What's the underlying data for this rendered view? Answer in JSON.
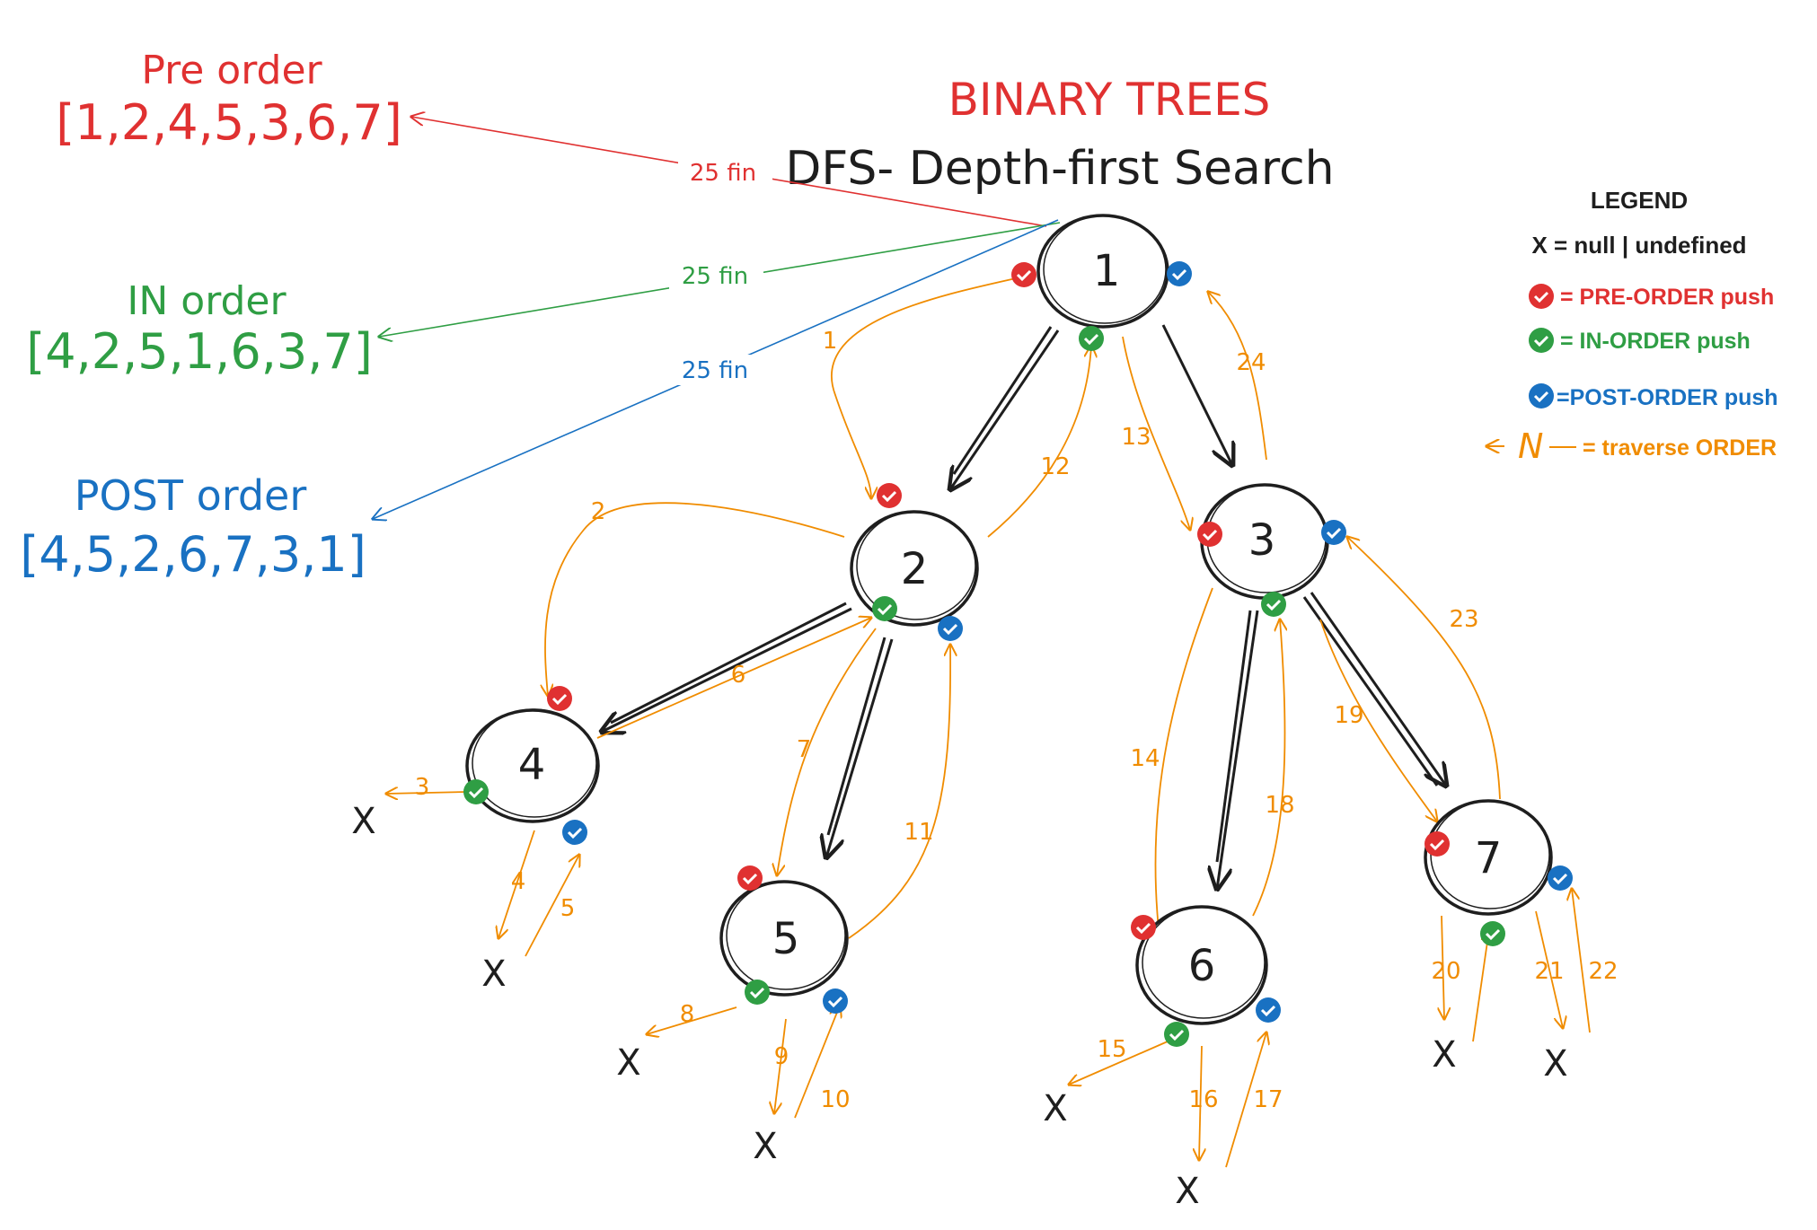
{
  "title": "BINARY TREES",
  "subtitle": "DFS- Depth-first Search",
  "colors": {
    "pre": "#e03131",
    "in": "#2f9e44",
    "post": "#1971c2",
    "traverse": "#f08c00",
    "ink": "#1e1e1e"
  },
  "orders": {
    "pre": {
      "label": "Pre order",
      "result": "[1,2,4,5,3,6,7]"
    },
    "in": {
      "label": "IN order",
      "result": "[4,2,5,1,6,3,7]"
    },
    "post": {
      "label": "POST order",
      "result": "[4,5,2,6,7,3,1]"
    },
    "finish_label": "25 fin"
  },
  "legend": {
    "title": "LEGEND",
    "null_def": "X = null | undefined",
    "pre": "= PRE-ORDER push",
    "in": "= IN-ORDER push",
    "post": "=POST-ORDER push",
    "traverse_symbol": "N",
    "traverse": "= traverse ORDER"
  },
  "null_marker": "X",
  "nodes": [
    "1",
    "2",
    "3",
    "4",
    "5",
    "6",
    "7"
  ],
  "edges": [
    [
      "1",
      "2"
    ],
    [
      "1",
      "3"
    ],
    [
      "2",
      "4"
    ],
    [
      "2",
      "5"
    ],
    [
      "3",
      "6"
    ],
    [
      "3",
      "7"
    ]
  ],
  "traverse_steps": [
    "1",
    "2",
    "3",
    "4",
    "5",
    "6",
    "7",
    "8",
    "9",
    "10",
    "11",
    "12",
    "13",
    "14",
    "15",
    "16",
    "17",
    "18",
    "19",
    "20",
    "21",
    "22",
    "23",
    "24"
  ]
}
